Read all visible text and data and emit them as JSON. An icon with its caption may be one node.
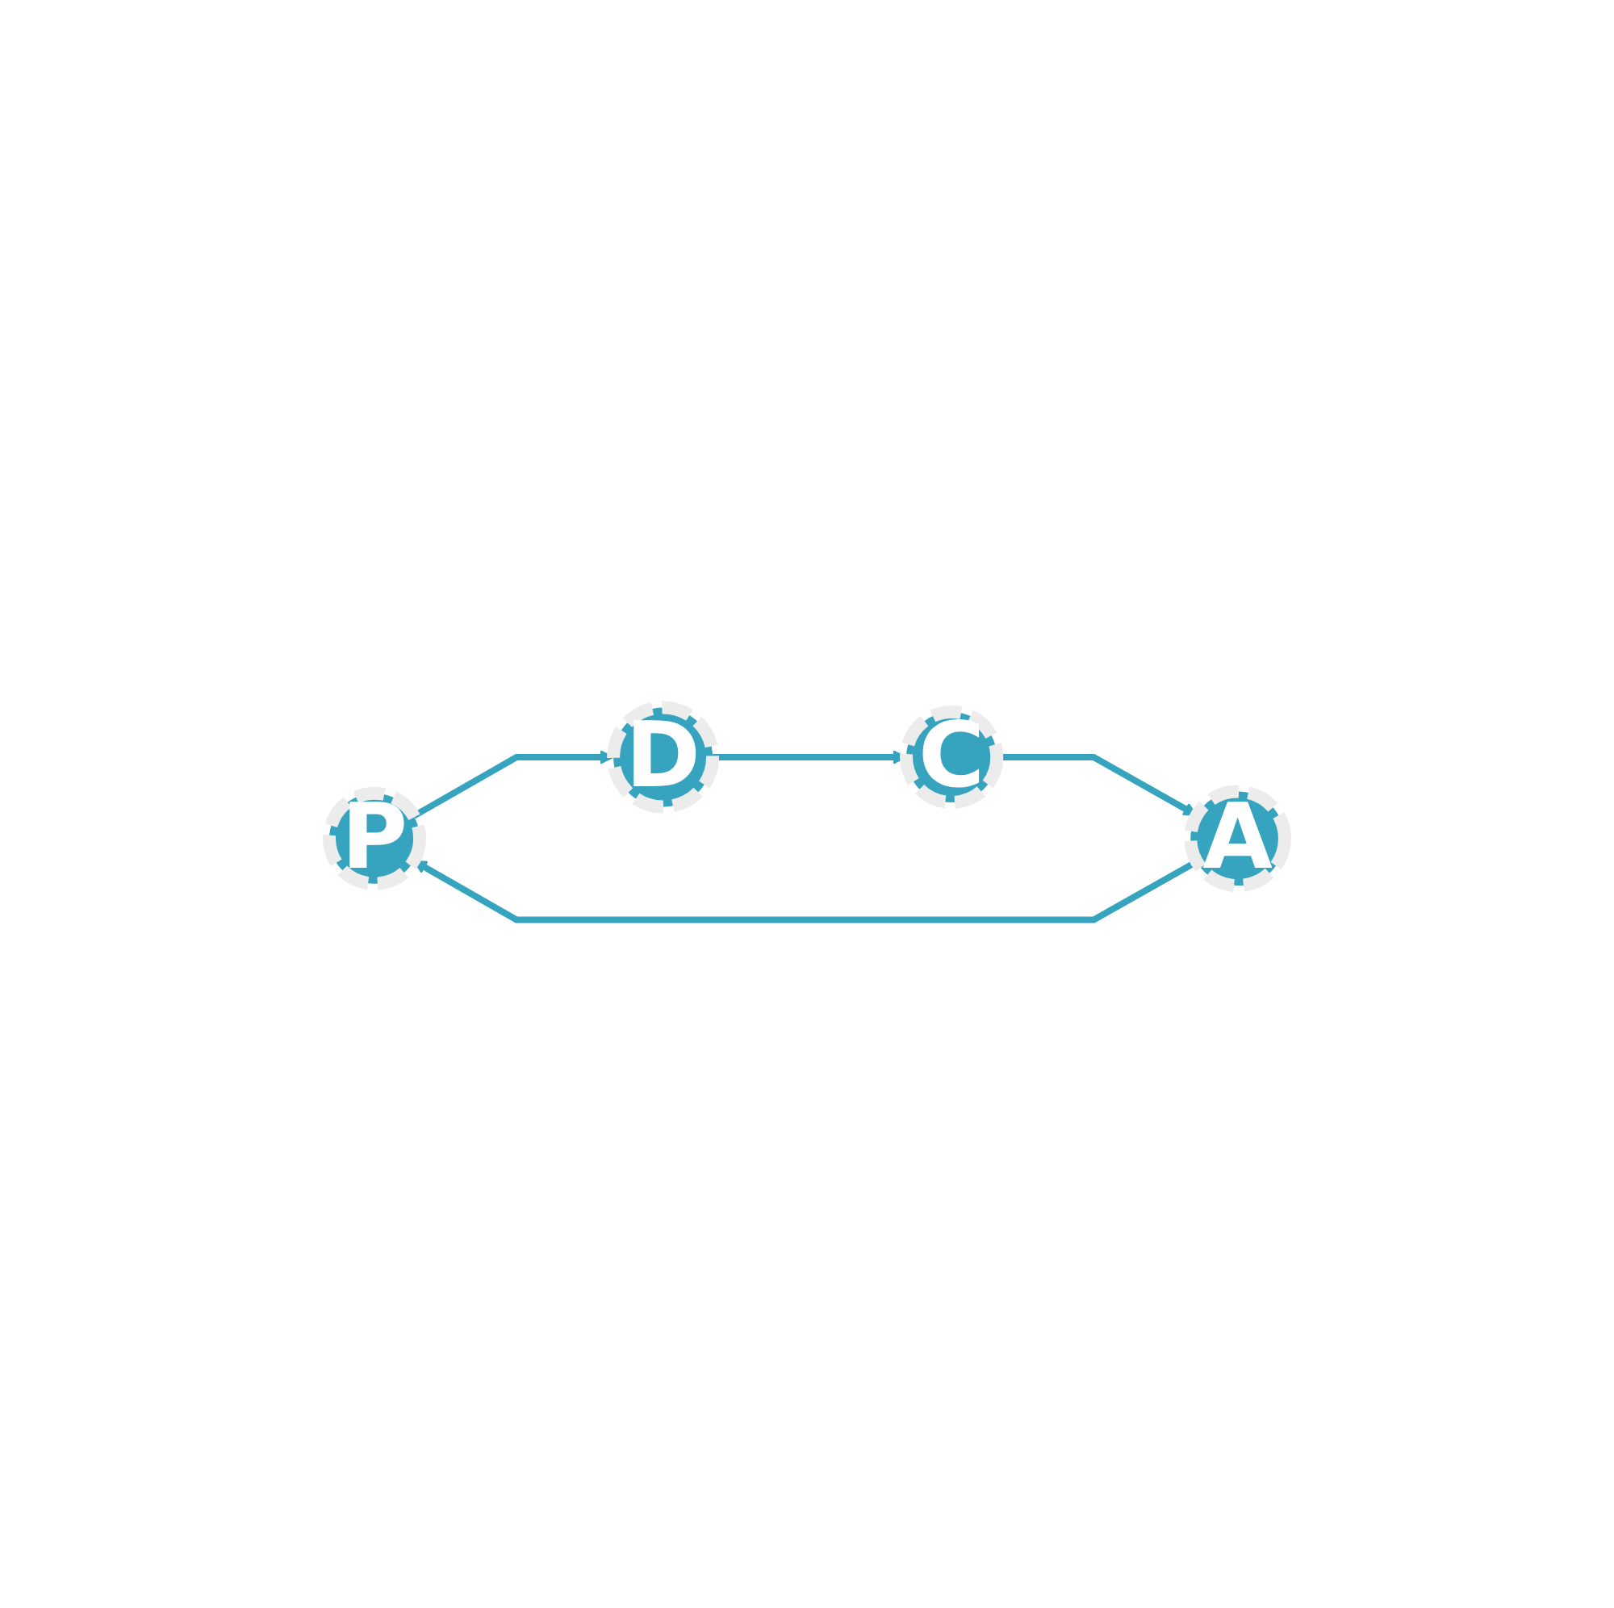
{
  "diagram": {
    "nodes": [
      {
        "text": [
          "P"
        ]
      },
      {
        "text": [
          "D"
        ]
      },
      {
        "text": [
          "C"
        ]
      },
      {
        "text": [
          "A"
        ]
      }
    ],
    "edges": [
      {
        "from": 0,
        "to": 1,
        "arrow": "to"
      },
      {
        "from": 1,
        "to": 2,
        "arrow": "to"
      },
      {
        "from": 2,
        "to": 3,
        "arrow": "to"
      },
      {
        "from": 3,
        "to": 0,
        "arrow": "to"
      }
    ]
  }
}
